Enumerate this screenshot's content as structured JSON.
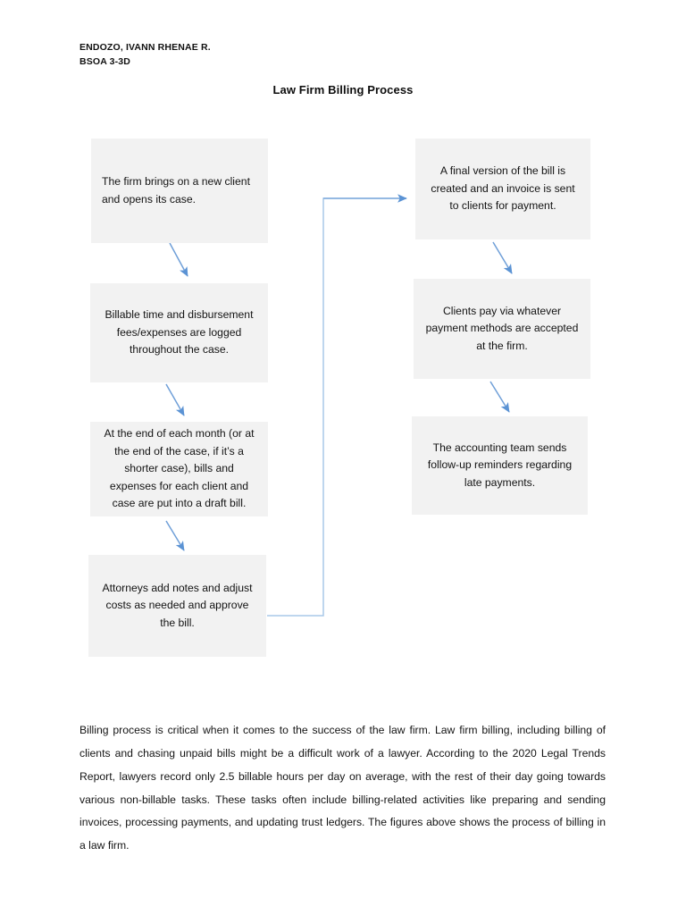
{
  "header": {
    "student_name": "ENDOZO, IVANN RHENAE R.",
    "section": "BSOA 3-3D",
    "title": "Law Firm Billing Process"
  },
  "colors": {
    "node_border": "#4a7ebb",
    "node_fill": "#f2f2f2",
    "connector": "#6f9fd8",
    "text": "#131313"
  },
  "flowchart": {
    "left_column": [
      {
        "id": "node-new-client",
        "text": "The firm brings on a new client and opens its case."
      },
      {
        "id": "node-billable-time",
        "text": "Billable time and disbursement fees/expenses are logged throughout the case."
      },
      {
        "id": "node-draft-bill",
        "text": "At the end of each month (or at the end of the case, if it’s a shorter case), bills and expenses for each client and case are put into a draft bill."
      },
      {
        "id": "node-attorney-review",
        "text": "Attorneys add notes and adjust costs as needed and approve the bill."
      }
    ],
    "right_column": [
      {
        "id": "node-final-invoice",
        "text": "A final version of the bill is created and an invoice is sent to clients for payment."
      },
      {
        "id": "node-client-payment",
        "text": "Clients pay via whatever payment methods are accepted at the firm."
      },
      {
        "id": "node-followup-reminders",
        "text": "The accounting team sends follow-up reminders regarding late payments."
      }
    ],
    "connectors": [
      {
        "id": "arrow-1-to-2",
        "from": "node-new-client",
        "to": "node-billable-time",
        "style": "diagonal"
      },
      {
        "id": "arrow-2-to-3",
        "from": "node-billable-time",
        "to": "node-draft-bill",
        "style": "diagonal"
      },
      {
        "id": "arrow-3-to-4",
        "from": "node-draft-bill",
        "to": "node-attorney-review",
        "style": "diagonal"
      },
      {
        "id": "arrow-4-to-5",
        "from": "node-attorney-review",
        "to": "node-final-invoice",
        "style": "elbow"
      },
      {
        "id": "arrow-5-to-6",
        "from": "node-final-invoice",
        "to": "node-client-payment",
        "style": "diagonal"
      },
      {
        "id": "arrow-6-to-7",
        "from": "node-client-payment",
        "to": "node-followup-reminders",
        "style": "diagonal"
      }
    ]
  },
  "body": {
    "paragraph": "Billing process is critical when it comes to the success of the law firm. Law firm billing, including billing of clients and chasing unpaid bills might be a difficult work of a lawyer. According to the 2020 Legal Trends Report, lawyers record only 2.5 billable hours per day on average, with the rest of their day going towards various non-billable tasks. These tasks often include billing-related activities like preparing and sending invoices, processing payments, and updating trust ledgers. The figures above shows the process of billing in a law firm."
  }
}
